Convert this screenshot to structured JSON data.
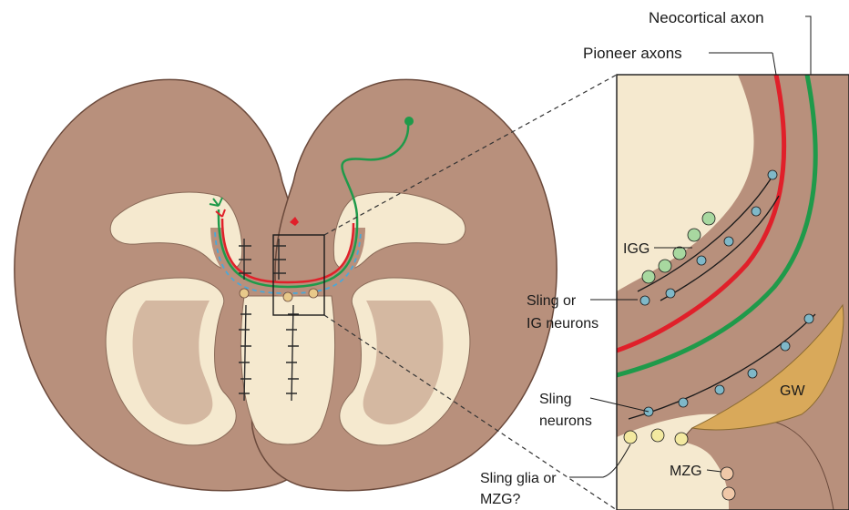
{
  "labels": {
    "neocortical_axon": "Neocortical axon",
    "pioneer_axons": "Pioneer axons",
    "igg": "IGG",
    "sling_or_ig_line1": "Sling or",
    "sling_or_ig_line2": "IG neurons",
    "sling_neurons_line1": "Sling",
    "sling_neurons_line2": "neurons",
    "sling_glia_line1": "Sling glia or",
    "sling_glia_line2": "MZG?",
    "gw": "GW",
    "mzg": "MZG"
  },
  "colors": {
    "tissue_brown": "#b8907c",
    "tissue_dark": "#7a5a4a",
    "ventricle_cream": "#f5e9cf",
    "pioneer_red": "#e0202a",
    "neocortical_green": "#1f9a4a",
    "glia_green": "#a8d8a0",
    "neuron_blue": "#7fb8c8",
    "midline_tan": "#e8c98a",
    "gw_gold": "#d9a95a"
  },
  "icons": [
    "neuron-cell-icon",
    "glial-cell-icon",
    "growth-cone-icon"
  ]
}
